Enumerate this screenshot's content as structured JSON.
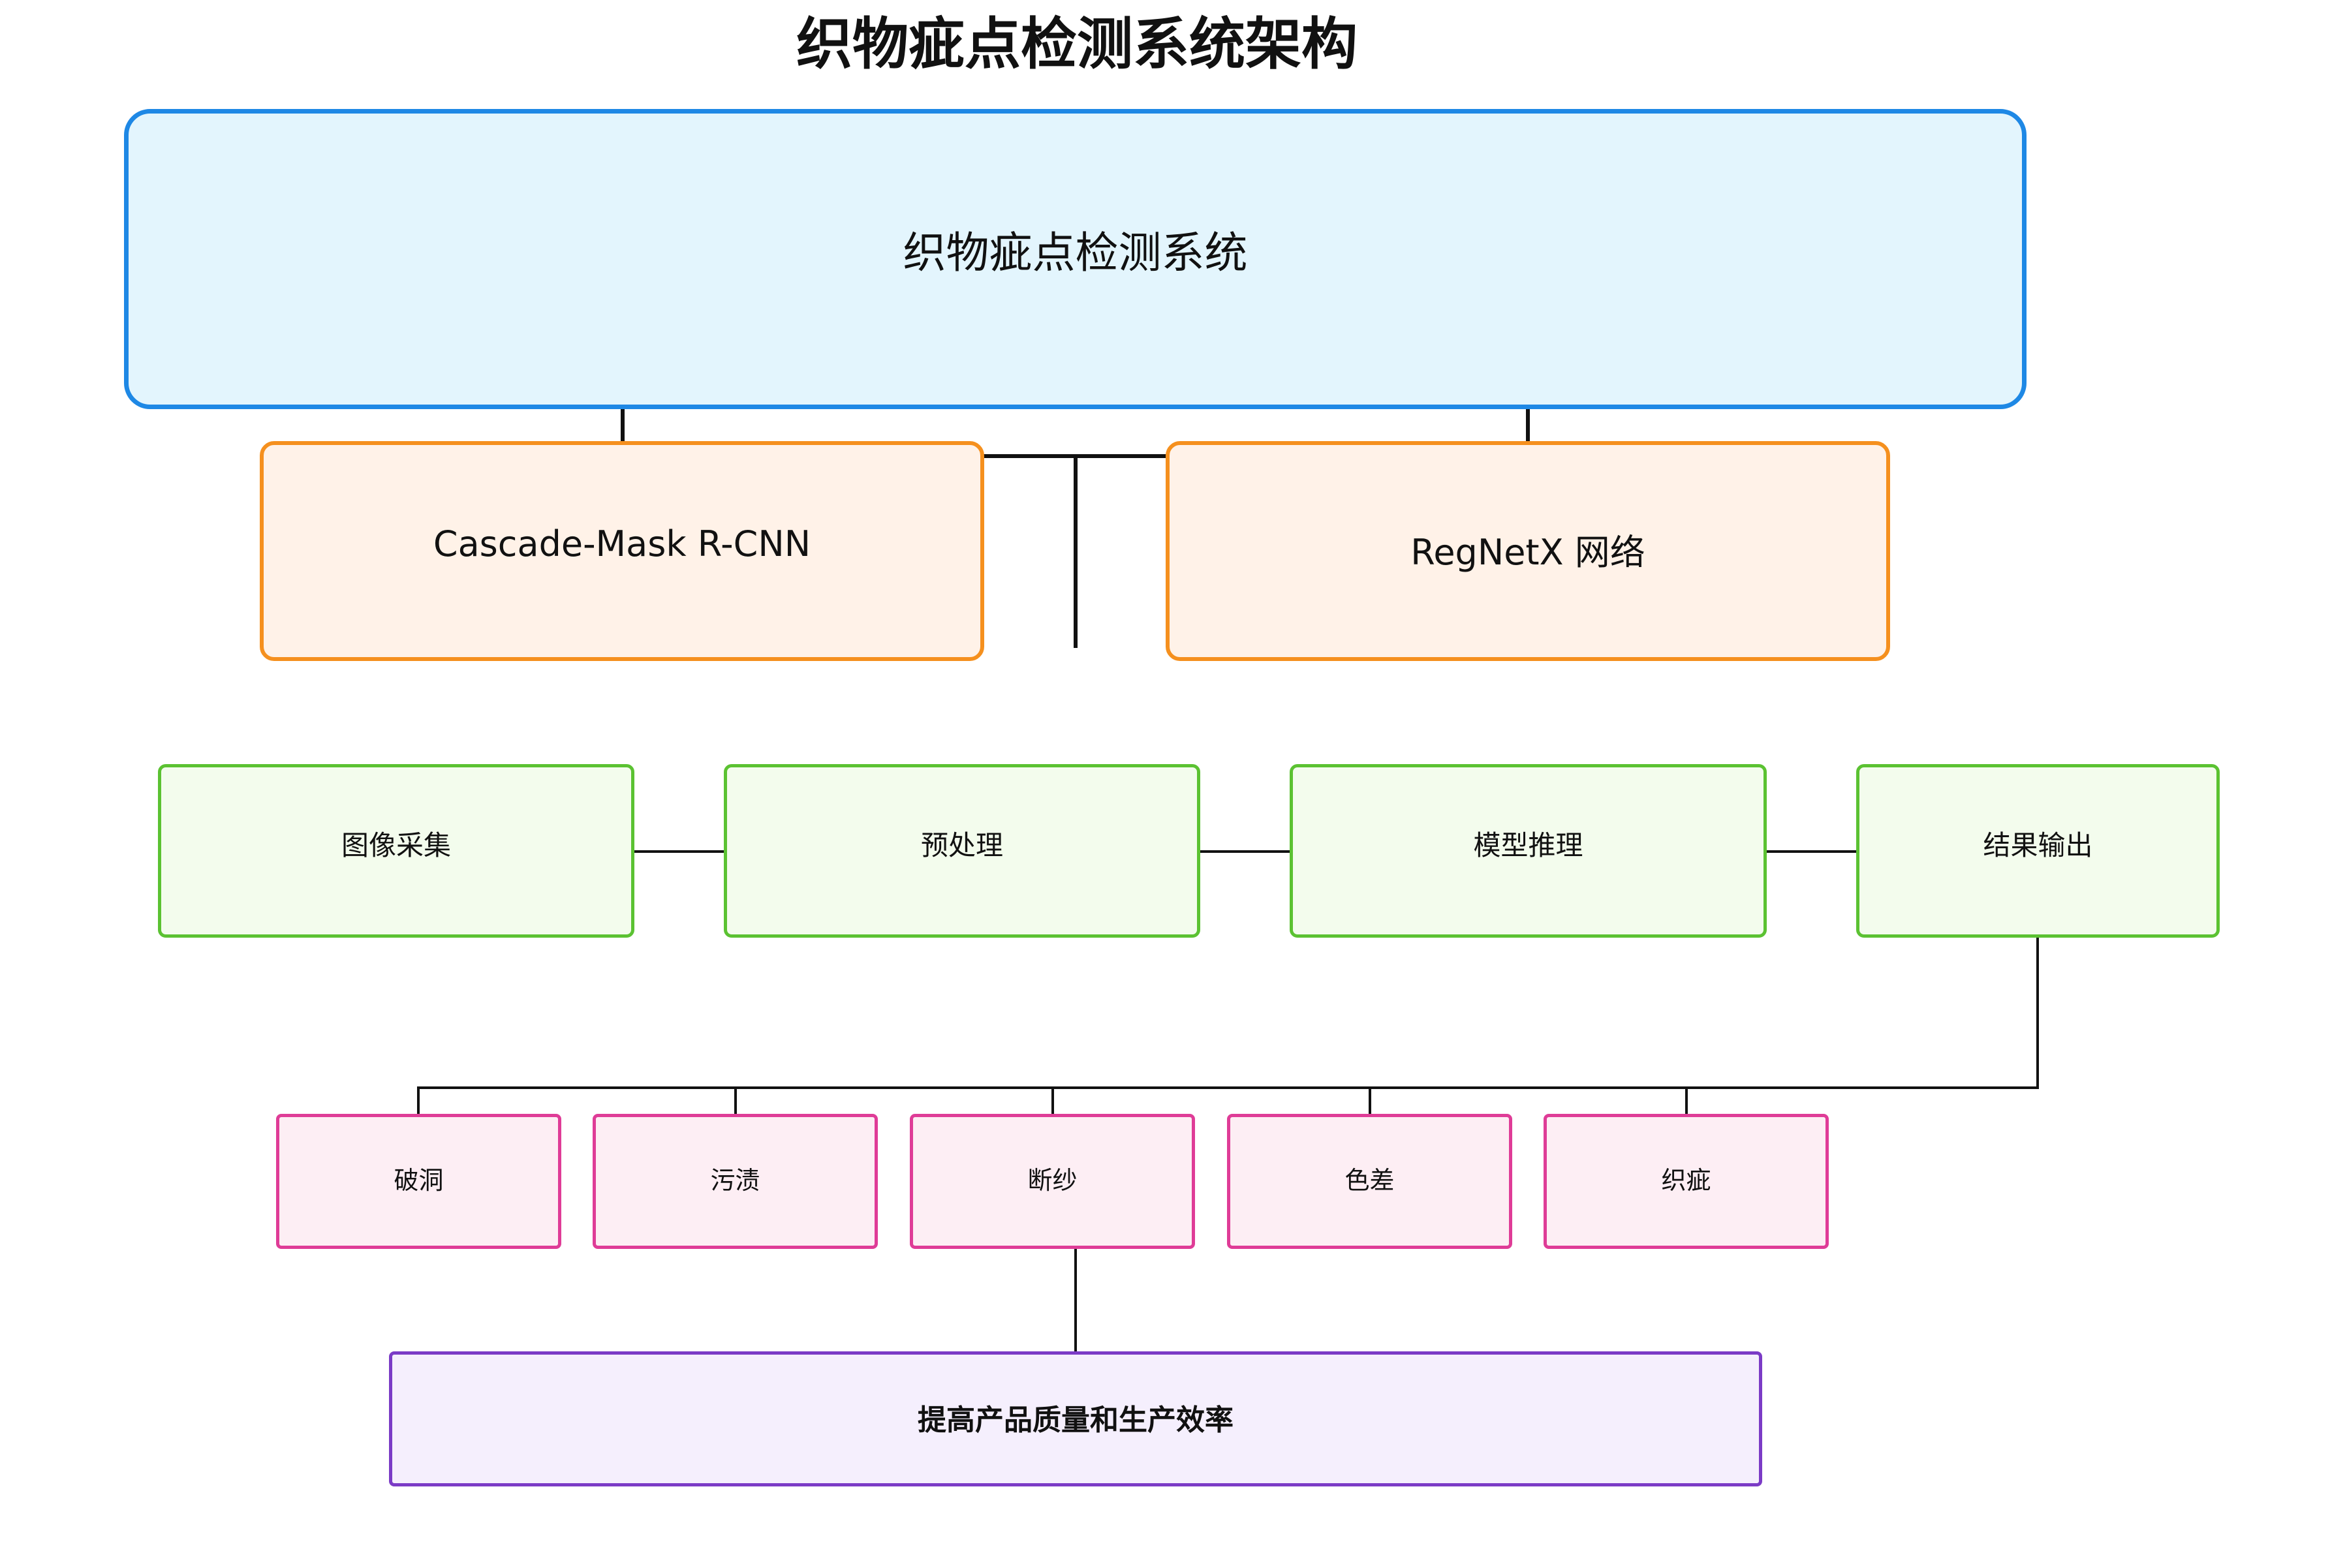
{
  "title": "织物疵点检测系统架构",
  "system": {
    "label": "织物疵点检测系统"
  },
  "models": [
    {
      "label": "Cascade-Mask R-CNN"
    },
    {
      "label": "RegNetX 网络"
    }
  ],
  "pipeline": [
    {
      "label": "图像采集"
    },
    {
      "label": "预处理"
    },
    {
      "label": "模型推理"
    },
    {
      "label": "结果输出"
    }
  ],
  "defects": [
    {
      "label": "破洞"
    },
    {
      "label": "污渍"
    },
    {
      "label": "断纱"
    },
    {
      "label": "色差"
    },
    {
      "label": "织疵"
    }
  ],
  "goal": {
    "label": "提高产品质量和生产效率"
  },
  "colors": {
    "system_fill": "#e3f5fd",
    "system_border": "#1e88e5",
    "model_fill": "#fff2e8",
    "model_border": "#f5901e",
    "step_fill": "#f3fced",
    "step_border": "#5bc232",
    "defect_fill": "#fdeef4",
    "defect_border": "#df3c97",
    "goal_fill": "#f5effd",
    "goal_border": "#7b3bc6",
    "connector": "#111111"
  }
}
